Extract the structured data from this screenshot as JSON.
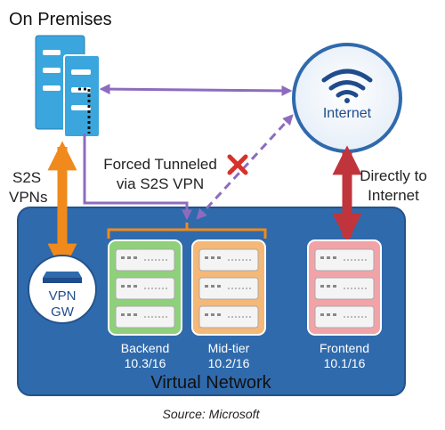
{
  "title": "On Premises",
  "internet_label": "Internet",
  "s2s_label": [
    "S2S",
    "VPNs"
  ],
  "forced_label": [
    "Forced Tunneled",
    "via S2S VPN"
  ],
  "direct_label": [
    "Directly to",
    "Internet"
  ],
  "vpn_gw": [
    "VPN",
    "GW"
  ],
  "network_label": "Virtual Network",
  "source": "Source: Microsoft",
  "tiers": [
    {
      "name": "Backend",
      "subnet": "10.3/16",
      "color": "#8fd07a"
    },
    {
      "name": "Mid-tier",
      "subnet": "10.2/16",
      "color": "#f5b877"
    },
    {
      "name": "Frontend",
      "subnet": "10.1/16",
      "color": "#f2a3a8"
    }
  ],
  "colors": {
    "network_fill": "#2f6aad",
    "purple": "#8e6bbf",
    "orange": "#f08a1c",
    "red": "#c0353c",
    "server_blue": "#3aa6dd",
    "x_mark": "#d9302a"
  },
  "icons": [
    "server-stack-icon",
    "wifi-icon",
    "router-icon",
    "x-mark-icon"
  ]
}
